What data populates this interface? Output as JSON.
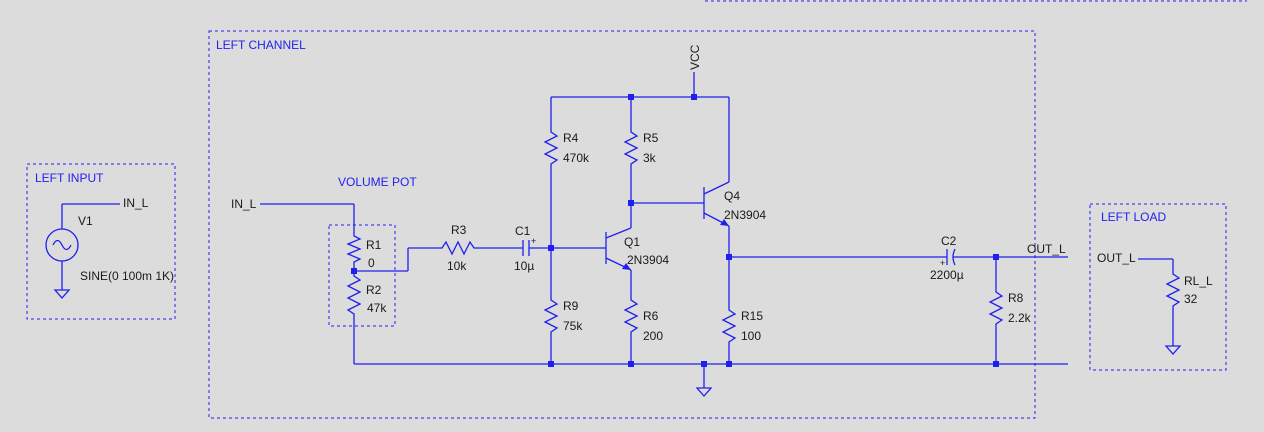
{
  "blocks": {
    "left_channel": "LEFT CHANNEL",
    "left_input": "LEFT INPUT",
    "left_load": "LEFT LOAD",
    "volume_pot": "VOLUME POT"
  },
  "nets": {
    "vcc": "VCC",
    "in_l_source": "IN_L",
    "in_l_channel": "IN_L",
    "out_l_channel": "OUT_L",
    "out_l_load": "OUT_L"
  },
  "components": {
    "V1": {
      "name": "V1",
      "value": "SINE(0 100m 1K)"
    },
    "R1": {
      "name": "R1",
      "value": "0"
    },
    "R2": {
      "name": "R2",
      "value": "47k"
    },
    "R3": {
      "name": "R3",
      "value": "10k"
    },
    "C1": {
      "name": "C1",
      "value": "10µ"
    },
    "R4": {
      "name": "R4",
      "value": "470k"
    },
    "R5": {
      "name": "R5",
      "value": "3k"
    },
    "R9": {
      "name": "R9",
      "value": "75k"
    },
    "R6": {
      "name": "R6",
      "value": "200"
    },
    "Q1": {
      "name": "Q1",
      "value": "2N3904"
    },
    "Q4": {
      "name": "Q4",
      "value": "2N3904"
    },
    "R15": {
      "name": "R15",
      "value": "100"
    },
    "C2": {
      "name": "C2",
      "value": "2200µ"
    },
    "R8": {
      "name": "R8",
      "value": "2.2k"
    },
    "RL_L": {
      "name": "RL_L",
      "value": "32"
    }
  },
  "colors": {
    "wire": "#1f1ff0",
    "background": "#dcdcdc",
    "text": "#1a1a1a"
  }
}
